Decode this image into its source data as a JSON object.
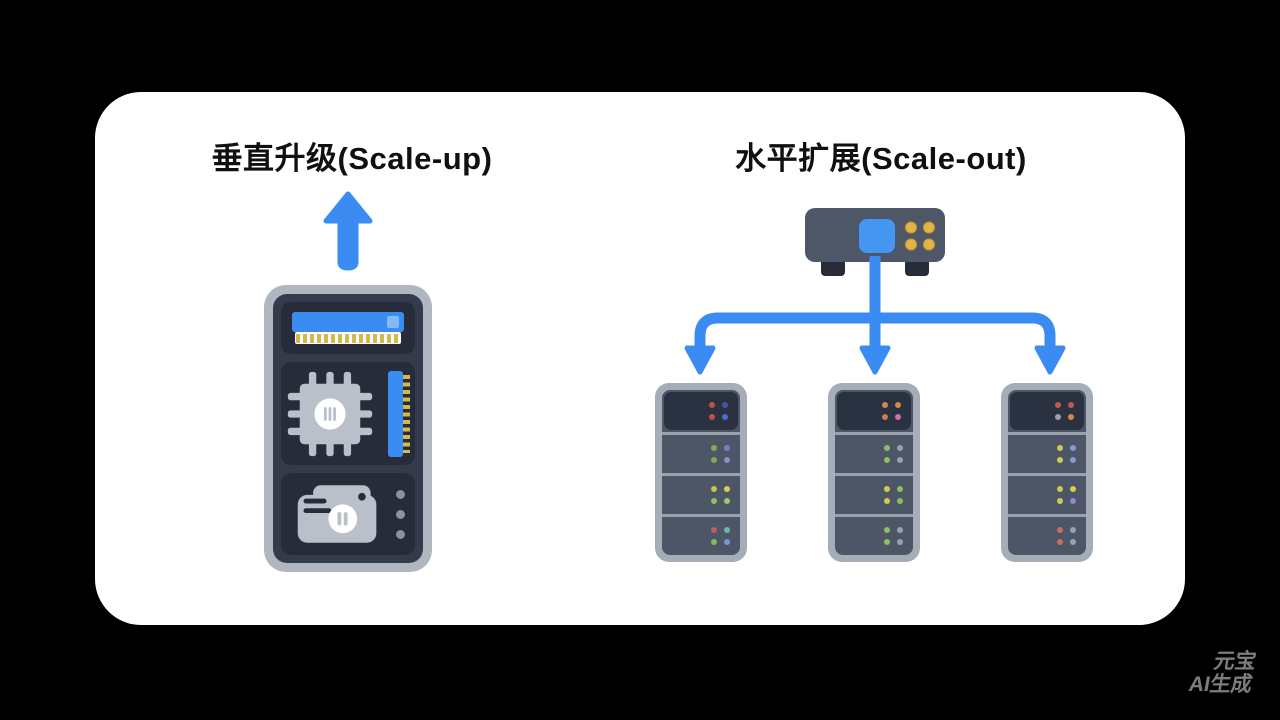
{
  "colors": {
    "page_bg": "#000000",
    "card_bg": "#ffffff",
    "accent_blue": "#3b8cf2",
    "screen_blue": "#4496f2",
    "port_gold": "#e0b545",
    "pin_gold": "#d8b84a",
    "tower_frame": "#b0b7c1",
    "tower_inner": "#343b4a",
    "tower_panel": "#262c3a",
    "device_gray": "#b9c0ca",
    "switch_body": "#4e5767",
    "rack_frame": "#a5adb8",
    "rack_inner": "#4c5666",
    "rack_unit_dark": "#2a3140",
    "separator": "#99a1ad",
    "watermark_gray": "#7d7d7d"
  },
  "scale_up": {
    "title": "垂直升级(Scale-up)",
    "icons": [
      "up-arrow-icon",
      "server-tower-icon",
      "ram-module-icon",
      "cpu-chip-icon",
      "hard-drive-icon"
    ]
  },
  "scale_out": {
    "title": "水平扩展(Scale-out)",
    "icons": [
      "network-switch-icon",
      "branch-arrows-icon",
      "server-rack-icon"
    ],
    "servers": [
      {
        "units": [
          {
            "leds": [
              "#c0504d",
              "#44589e",
              "#c0504d",
              "#4a6fd0"
            ]
          },
          {
            "leds": [
              "#7fae52",
              "#6f7fd0",
              "#7fae52",
              "#8a92c0"
            ]
          },
          {
            "leds": [
              "#c3c94e",
              "#d6ce52",
              "#8cbf63",
              "#9ccc70"
            ]
          },
          {
            "leds": [
              "#bf5a66",
              "#68b8a8",
              "#86b765",
              "#7796d6"
            ]
          }
        ]
      },
      {
        "units": [
          {
            "leds": [
              "#cf8950",
              "#cf8950",
              "#c97c4e",
              "#cf6fa8"
            ]
          },
          {
            "leds": [
              "#8cbf63",
              "#99a1ad",
              "#8cbf63",
              "#99a1ad"
            ]
          },
          {
            "leds": [
              "#d2c952",
              "#8cbf63",
              "#d2c952",
              "#8cbf63"
            ]
          },
          {
            "leds": [
              "#8cbf63",
              "#99a1ad",
              "#8cbf63",
              "#99a1ad"
            ]
          }
        ]
      },
      {
        "units": [
          {
            "leds": [
              "#c65853",
              "#c65853",
              "#99a1ad",
              "#cf8950"
            ]
          },
          {
            "leds": [
              "#d2c952",
              "#8599d6",
              "#d2c952",
              "#8599d6"
            ]
          },
          {
            "leds": [
              "#d2c952",
              "#d6ce52",
              "#d2c952",
              "#9b82cf"
            ]
          },
          {
            "leds": [
              "#c96e5e",
              "#99a1ad",
              "#c96e5e",
              "#99a1ad"
            ]
          }
        ]
      }
    ]
  },
  "watermark": {
    "line1": "元宝",
    "line2": "AI生成"
  }
}
